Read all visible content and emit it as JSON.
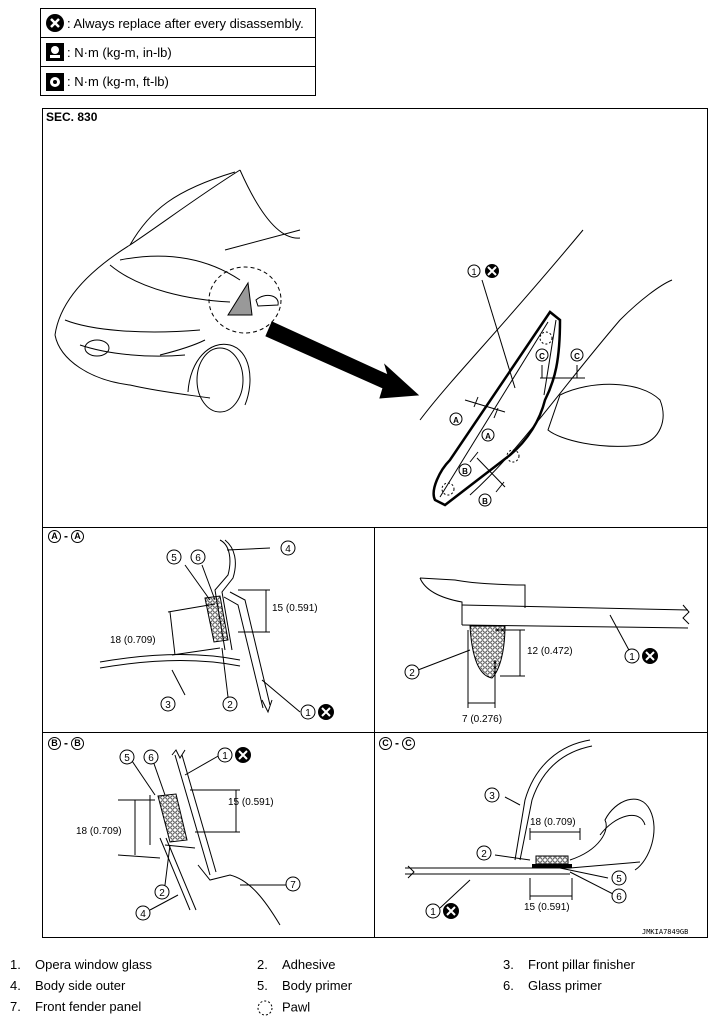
{
  "legend": [
    {
      "icon": "replace-x-icon",
      "text": ": Always replace after every disassembly."
    },
    {
      "icon": "torque-in-lb-icon",
      "text": ": N·m (kg-m, in-lb)"
    },
    {
      "icon": "torque-ft-lb-icon",
      "text": ": N·m (kg-m, ft-lb)"
    }
  ],
  "section": "SEC. 830",
  "panels": {
    "aa": {
      "a": "A",
      "b": "A",
      "dash": "-"
    },
    "bb": {
      "a": "B",
      "b": "B",
      "dash": "-"
    },
    "cc": {
      "a": "C",
      "b": "C",
      "dash": "-"
    }
  },
  "dimensions": {
    "aa_15": "15 (0.591)",
    "aa_18": "18 (0.709)",
    "top_12": "12 (0.472)",
    "top_7": "7 (0.276)",
    "bb_15": "15 (0.591)",
    "bb_18": "18 (0.709)",
    "cc_18": "18 (0.709)",
    "cc_15": "15 (0.591)"
  },
  "callouts": {
    "one": "1",
    "two": "2",
    "three": "3",
    "four": "4",
    "five": "5",
    "six": "6",
    "seven": "7",
    "A": "A",
    "B": "B",
    "C": "C"
  },
  "diagram_code": "JMKIA7849GB",
  "parts": [
    {
      "num": "1.",
      "name": "Opera window glass"
    },
    {
      "num": "2.",
      "name": "Adhesive"
    },
    {
      "num": "3.",
      "name": "Front pillar finisher"
    },
    {
      "num": "4.",
      "name": "Body side outer"
    },
    {
      "num": "5.",
      "name": "Body primer"
    },
    {
      "num": "6.",
      "name": "Glass primer"
    },
    {
      "num": "7.",
      "name": "Front fender panel"
    },
    {
      "num": "",
      "name": "Pawl"
    }
  ]
}
